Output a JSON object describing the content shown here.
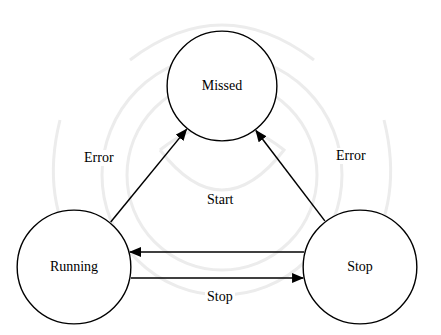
{
  "diagram": {
    "nodes": [
      {
        "text": [
          "Missed"
        ]
      },
      {
        "text": [
          "Running"
        ]
      },
      {
        "text": [
          "Stop"
        ]
      }
    ],
    "edges": [
      {
        "from": 1,
        "to": 0,
        "label": "Error",
        "arrow": "to"
      },
      {
        "from": 2,
        "to": 0,
        "label": "Error",
        "arrow": "to"
      },
      {
        "from": 2,
        "to": 1,
        "label": "Start",
        "arrow": "to"
      },
      {
        "from": 1,
        "to": 2,
        "label": "Stop",
        "arrow": "to"
      }
    ]
  }
}
